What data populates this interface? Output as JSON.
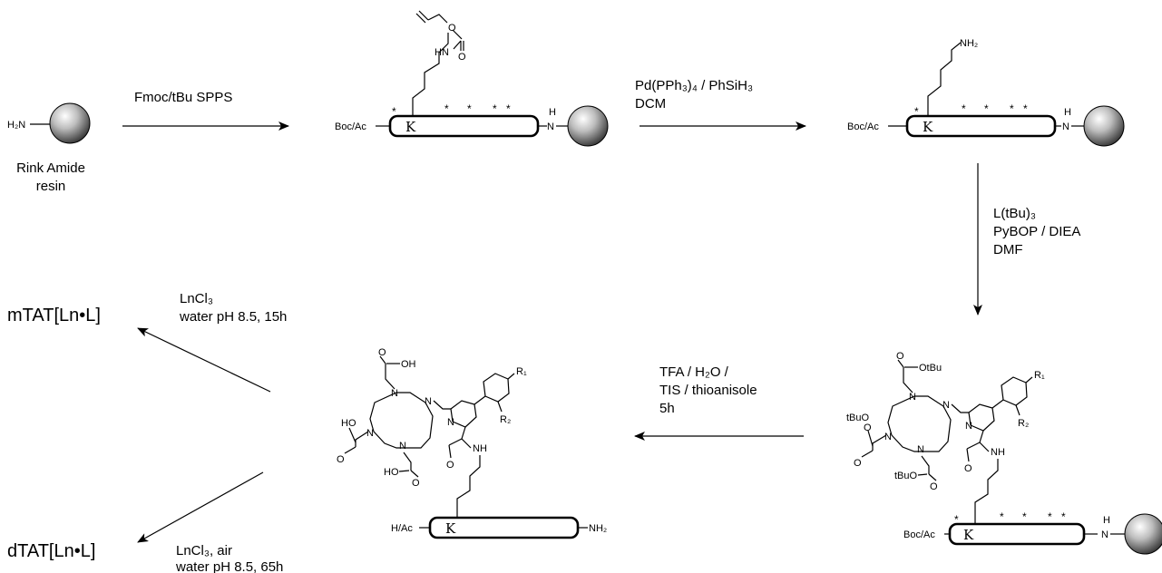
{
  "resin": {
    "h2n": "H₂N",
    "label_line1": "Rink Amide",
    "label_line2": "resin"
  },
  "step1": {
    "reagent": "Fmoc/tBu SPPS"
  },
  "step2": {
    "reagent_line1": "Pd(PPh₃)₄ / PhSiH₃",
    "reagent_line2": "DCM"
  },
  "step3": {
    "reagent_line1": "L(tBu)₃",
    "reagent_line2": "PyBOP / DIEA",
    "reagent_line3": "DMF"
  },
  "step4": {
    "reagent_line1": "TFA / H₂O /",
    "reagent_line2": "TIS / thioanisole",
    "reagent_line3": "5h"
  },
  "step5": {
    "reagent_line1": "LnCl₃",
    "reagent_line2": "water pH 8.5, 15h",
    "product": "mTAT[Ln•L]"
  },
  "step6": {
    "reagent_line1": "LnCl₃, air",
    "reagent_line2": "water pH 8.5, 65h",
    "product": "dTAT[Ln•L]"
  },
  "peptide": {
    "residue": "K",
    "n_term_protected": "Boc/Ac",
    "n_term_free": "H/Ac",
    "c_term_amide": "NH₂",
    "nh": "N",
    "h": "H",
    "star": "*"
  },
  "side_chain": {
    "amine": "NH₂",
    "hn": "HN",
    "o": "O",
    "nh": "NH",
    "n": "N",
    "oh": "OH",
    "ho": "HO",
    "otbu": "OtBu",
    "tbuo": "tBuO",
    "r1": "R₁",
    "r2": "R₂"
  }
}
